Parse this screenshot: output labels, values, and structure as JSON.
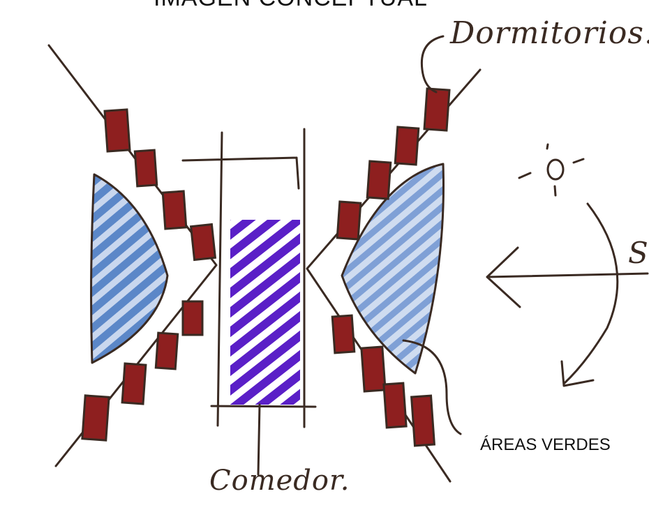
{
  "title": "IMAGEN CONCEPTUAL",
  "labels": {
    "dormitorios": "Dormitorios.",
    "comedor": "Comedor.",
    "areas_verdes": "ÁREAS VERDES",
    "south": "S"
  },
  "icons": {
    "sun": "sun-icon",
    "sun_path_arrow": "sun-path-arrow-icon",
    "direction_arrow": "direction-arrow-icon"
  },
  "colors": {
    "ink": "#3a2a22",
    "bedroom_fill": "#8e1f1f",
    "green_area_fill": "#5b87c8",
    "dining_fill": "#5a1fc7",
    "paper": "#ffffff"
  }
}
